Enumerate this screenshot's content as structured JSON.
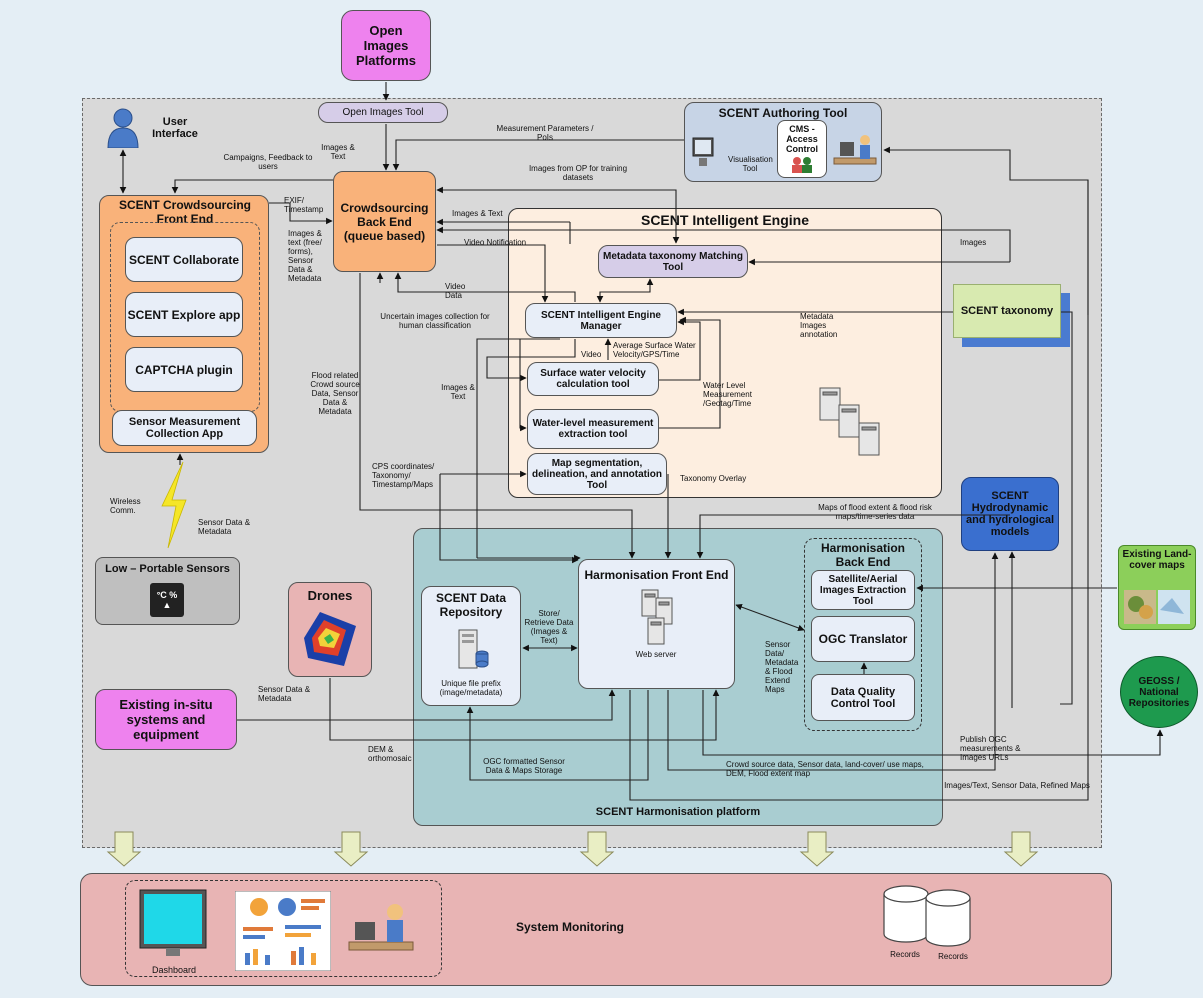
{
  "boxes": {
    "open_images_platforms": "Open Images Platforms",
    "open_images_tool": "Open Images Tool",
    "user_interface": "User Interface",
    "authoring_tool": "SCENT Authoring Tool",
    "visualisation_tool": "Visualisation Tool",
    "cms_access_control": "CMS - Access Control",
    "crowdsourcing_front_end": "SCENT Crowdsourcing Front End",
    "scent_collaborate": "SCENT Collaborate",
    "scent_explore": "SCENT Explore app",
    "captcha_plugin": "CAPTCHA plugin",
    "sensor_measurement_app": "Sensor Measurement Collection App",
    "crowdsourcing_back_end": "Crowdsourcing Back End (queue based)",
    "intelligent_engine": "SCENT Intelligent Engine",
    "metadata_taxonomy_tool": "Metadata taxonomy Matching Tool",
    "engine_manager": "SCENT Intelligent Engine Manager",
    "velocity_tool": "Surface water velocity calculation tool",
    "water_level_tool": "Water-level measurement extraction tool",
    "map_segmentation_tool": "Map segmentation, delineation, and annotation Tool",
    "scent_taxonomy": "SCENT taxonomy",
    "hydro_models": "SCENT Hydrodynamic and hydrological models",
    "existing_landcover": "Existing Land-cover maps",
    "geoss": "GEOSS / National Repositories",
    "low_portable_sensors": "Low – Portable Sensors",
    "drones": "Drones",
    "existing_insitu": "Existing in-situ systems and equipment",
    "data_repository": "SCENT Data Repository",
    "unique_file_prefix": "Unique file prefix (image/metadata)",
    "harmonisation_front_end": "Harmonisation Front End",
    "web_server": "Web server",
    "harmonisation_back_end": "Harmonisation Back End",
    "satellite_tool": "Satellite/Aerial Images Extraction Tool",
    "ogc_translator": "OGC Translator",
    "data_quality_tool": "Data Quality Control Tool",
    "harmonisation_platform": "SCENT Harmonisation platform",
    "system_monitoring": "System Monitoring",
    "dashboard": "Dashboard",
    "records1": "Records",
    "records2": "Records",
    "sensor_symbols": "°C  % ▲"
  },
  "labels": {
    "images_text_1": "Images & Text",
    "measurement_params": "Measurement Parameters / PoIs",
    "campaigns": "Campaigns, Feedback to users",
    "images_from_op": "Images from OP for training datasets",
    "exif": "EXIF/ Timestamp",
    "images_text_free": "Images & text (free/ forms), Sensor Data & Metadata",
    "images_text_2": "Images & Text",
    "video_notification": "Video Notification",
    "images_right": "Images",
    "video_data": "Video Data",
    "uncertain_images": "Uncertain images collection for human classification",
    "metadata_images_annotation": "Metadata Images annotation",
    "avg_surface_water": "Average Surface Water Velocity/GPS/Time",
    "video": "Video",
    "flood_related": "Flood related Crowd source Data, Sensor Data & Metadata",
    "images_text_3": "Images & Text",
    "water_level_measurement": "Water Level Measurement /Geotag/Time",
    "cps_coordinates": "CPS coordinates/ Taxonomy/ Timestamp/Maps",
    "taxonomy_overlay": "Taxonomy Overlay",
    "maps_flood_extent": "Maps of flood extent & flood risk maps/time-series data",
    "wireless": "Wireless Comm.",
    "sensor_data_metadata_1": "Sensor Data & Metadata",
    "store_retrieve": "Store/ Retrieve Data (Images & Text)",
    "sensor_data_flood": "Sensor Data/ Metadata & Flood Extend Maps",
    "sensor_data_metadata_2": "Sensor Data & Metadata",
    "publish_ogc": "Publish OGC measurements & Images URLs",
    "dem_ortho": "DEM & orthomosaic",
    "ogc_formatted": "OGC formatted Sensor Data & Maps Storage",
    "crowd_source_data": "Crowd source data, Sensor data, land-cover/ use maps, DEM, Flood extent map",
    "images_text_sensor": "Images/Text, Sensor Data, Refined Maps"
  },
  "colors": {
    "background": "#e4eef5",
    "platform_grey": "#d9d9d9",
    "orange": "#f9b27a",
    "magenta": "#ee82ee",
    "lavender": "#d6cde8",
    "harmonisation_teal": "#a9cdd1",
    "monitoring_pink": "#e8b4b4",
    "engine_cream": "#fdeee0",
    "taxonomy_green": "#d8eab0",
    "hydro_blue": "#3a6fcf",
    "landcover_green": "#8ccf5a",
    "geoss_green": "#1e9a4e",
    "drones_pink": "#e8b4b4"
  }
}
